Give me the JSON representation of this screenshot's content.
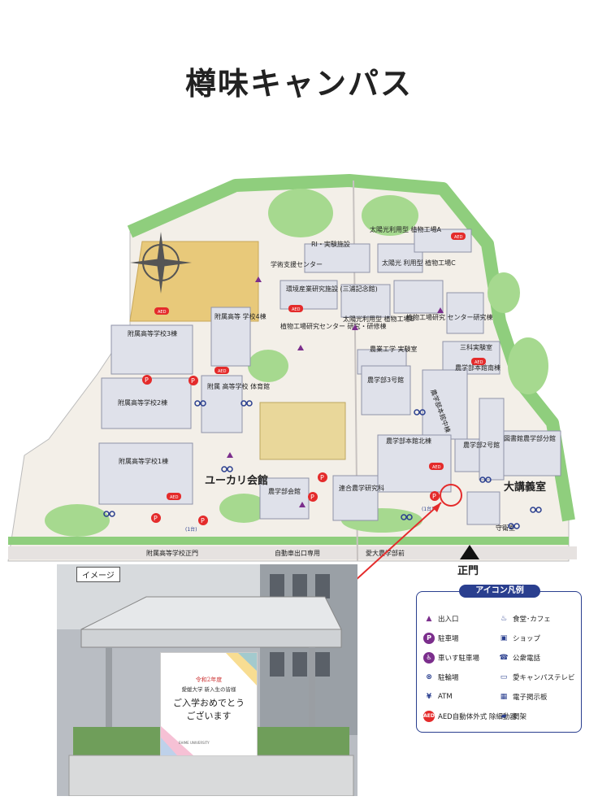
{
  "title": "樽味キャンパス",
  "colors": {
    "accent": "#2a3f8f",
    "aed": "#e42b2b",
    "parking": "#7b2e8c",
    "field": "#e8c97a",
    "greenery": "#8fce7d",
    "road": "#e6e2e0"
  },
  "map": {
    "labels": {
      "ri_lab": "RI・実験施設",
      "solar_a": "太陽光利用型 植物工場A",
      "tech_center": "学術支援センター",
      "solar_plant_c": "太陽光 利用型 植物工場C",
      "ai_research": "環境産業研究施設 (三浦記念館)",
      "solar_b": "太陽光利用型 植物工場B",
      "plant_factory_center": "植物工場研究 センター研究棟",
      "plant_research_training": "植物工場研究センター 研究・研修棟",
      "agri_engineering": "農業工学 実験室",
      "sanka_lab": "三科実験室",
      "fuzoku4": "附属高等 学校4棟",
      "fuzoku3": "附属高等学校3棟",
      "agri3": "農学部3号館",
      "agri_south": "農学部本館南棟",
      "agri_middle": "農学部本館中棟",
      "fuzoku_gym": "附属 高等学校 体育館",
      "fuzoku2": "附属高等学校2棟",
      "agri_north": "農学部本館北棟",
      "agri2": "農学部2号館",
      "library": "図書館農学部分館",
      "fuzoku1": "附属高等学校1棟",
      "eucalyptus": "ユーカリ会館",
      "agri_hall": "農学部会館",
      "joint_research": "連合農学研究科",
      "great_hall": "大講義室",
      "guard": "守衛室",
      "fuzoku_gate": "附属高等学校正門",
      "car_exit": "自動車出口専用",
      "agri_gate": "愛大農学部前",
      "main_gate": "正門",
      "aed": "AED",
      "accessible_parking_count": "(1台)"
    }
  },
  "photo": {
    "tag": "イメージ",
    "sign_line1": "令和2年度",
    "sign_line2": "愛媛大学 新入生の皆様",
    "sign_line3": "ご入学おめでとう",
    "sign_line4": "ございます",
    "sign_footer": "EHIME UNIVERSITY"
  },
  "legend": {
    "title": "アイコン凡例",
    "items": [
      {
        "icon": "entrance-icon",
        "label": "出入口"
      },
      {
        "icon": "cafeteria-icon",
        "label": "食堂･カフェ"
      },
      {
        "icon": "parking-icon",
        "label": "駐車場"
      },
      {
        "icon": "shop-icon",
        "label": "ショップ"
      },
      {
        "icon": "accessible-parking-icon",
        "label": "車いす駐車場"
      },
      {
        "icon": "phone-icon",
        "label": "公衆電話"
      },
      {
        "icon": "bicycle-icon",
        "label": "駐輪場"
      },
      {
        "icon": "tv-icon",
        "label": "愛キャンパステレビ"
      },
      {
        "icon": "atm-icon",
        "label": "ATM"
      },
      {
        "icon": "display-icon",
        "label": "電子掲示板"
      },
      {
        "icon": "aed-icon",
        "label": "AED自動体外式 除細動器"
      },
      {
        "icon": "flag-icon",
        "label": "掲架"
      }
    ]
  }
}
